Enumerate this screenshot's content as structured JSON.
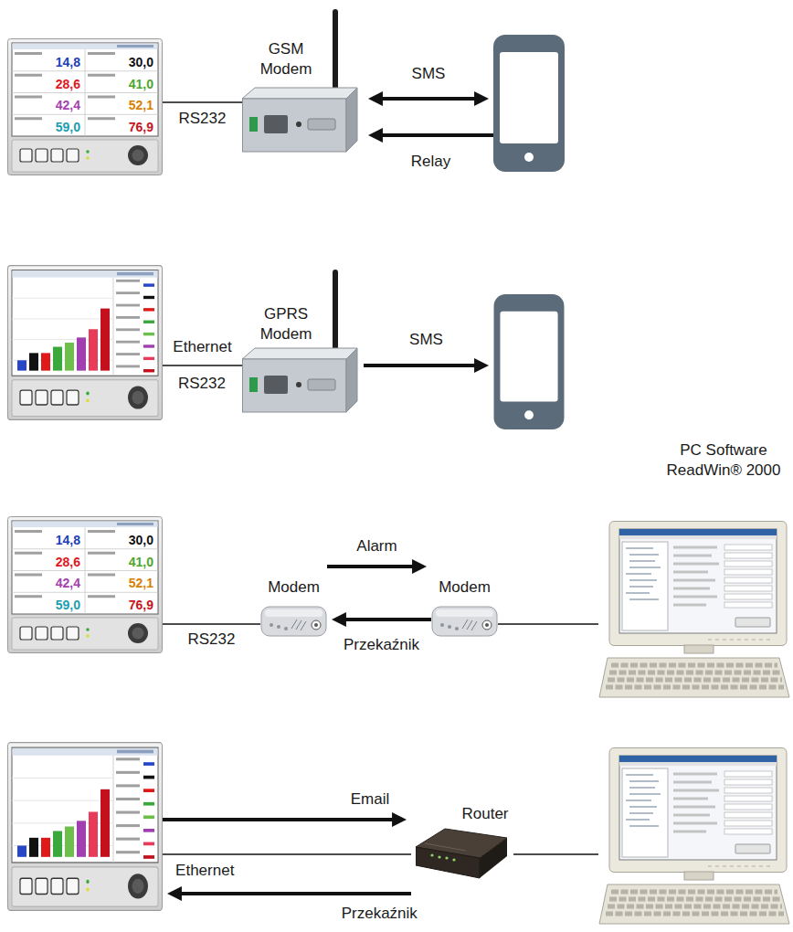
{
  "diagram": {
    "nodes": [
      {
        "text": [
          "14,8",
          "30,0",
          "28,6",
          "41,0",
          "42,4",
          "52,1",
          "59,0",
          "76,9"
        ]
      },
      {
        "text": [
          "GSM Modem"
        ]
      },
      {
        "text": []
      },
      {
        "text": []
      },
      {
        "text": [
          "GPRS Modem"
        ]
      },
      {
        "text": []
      },
      {
        "text": [
          "14,8",
          "30,0",
          "28,6",
          "41,0",
          "42,4",
          "52,1",
          "59,0",
          "76,9"
        ]
      },
      {
        "text": [
          "Modem"
        ]
      },
      {
        "text": [
          "Modem"
        ]
      },
      {
        "text": [
          "PC Software ReadWin® 2000"
        ]
      },
      {
        "text": []
      },
      {
        "text": [
          "Router"
        ]
      },
      {
        "text": []
      }
    ],
    "edges": [
      {
        "from": 0,
        "to": 1,
        "arrow": "none",
        "label": "RS232"
      },
      {
        "from": 1,
        "to": 2,
        "arrow": "both",
        "label": "SMS"
      },
      {
        "from": 2,
        "to": 1,
        "arrow": "to",
        "label": "Relay"
      },
      {
        "from": 3,
        "to": 4,
        "arrow": "none",
        "label": "Ethernet"
      },
      {
        "from": 4,
        "to": 5,
        "arrow": "to",
        "label": "SMS"
      },
      {
        "from": 6,
        "to": 7,
        "arrow": "none",
        "label": "RS232"
      },
      {
        "from": 7,
        "to": 8,
        "arrow": "to",
        "label": "Alarm"
      },
      {
        "from": 8,
        "to": 7,
        "arrow": "to",
        "label": "Przekaźnik"
      },
      {
        "from": 8,
        "to": 9,
        "arrow": "none"
      },
      {
        "from": 10,
        "to": 11,
        "arrow": "none",
        "label": "Ethernet"
      },
      {
        "from": 10,
        "to": 11,
        "arrow": "to",
        "label": "Email"
      },
      {
        "from": 11,
        "to": 10,
        "arrow": "to",
        "label": "Przekaźnik"
      },
      {
        "from": 11,
        "to": 12,
        "arrow": "none"
      }
    ],
    "labels": [
      "RS232"
    ]
  }
}
